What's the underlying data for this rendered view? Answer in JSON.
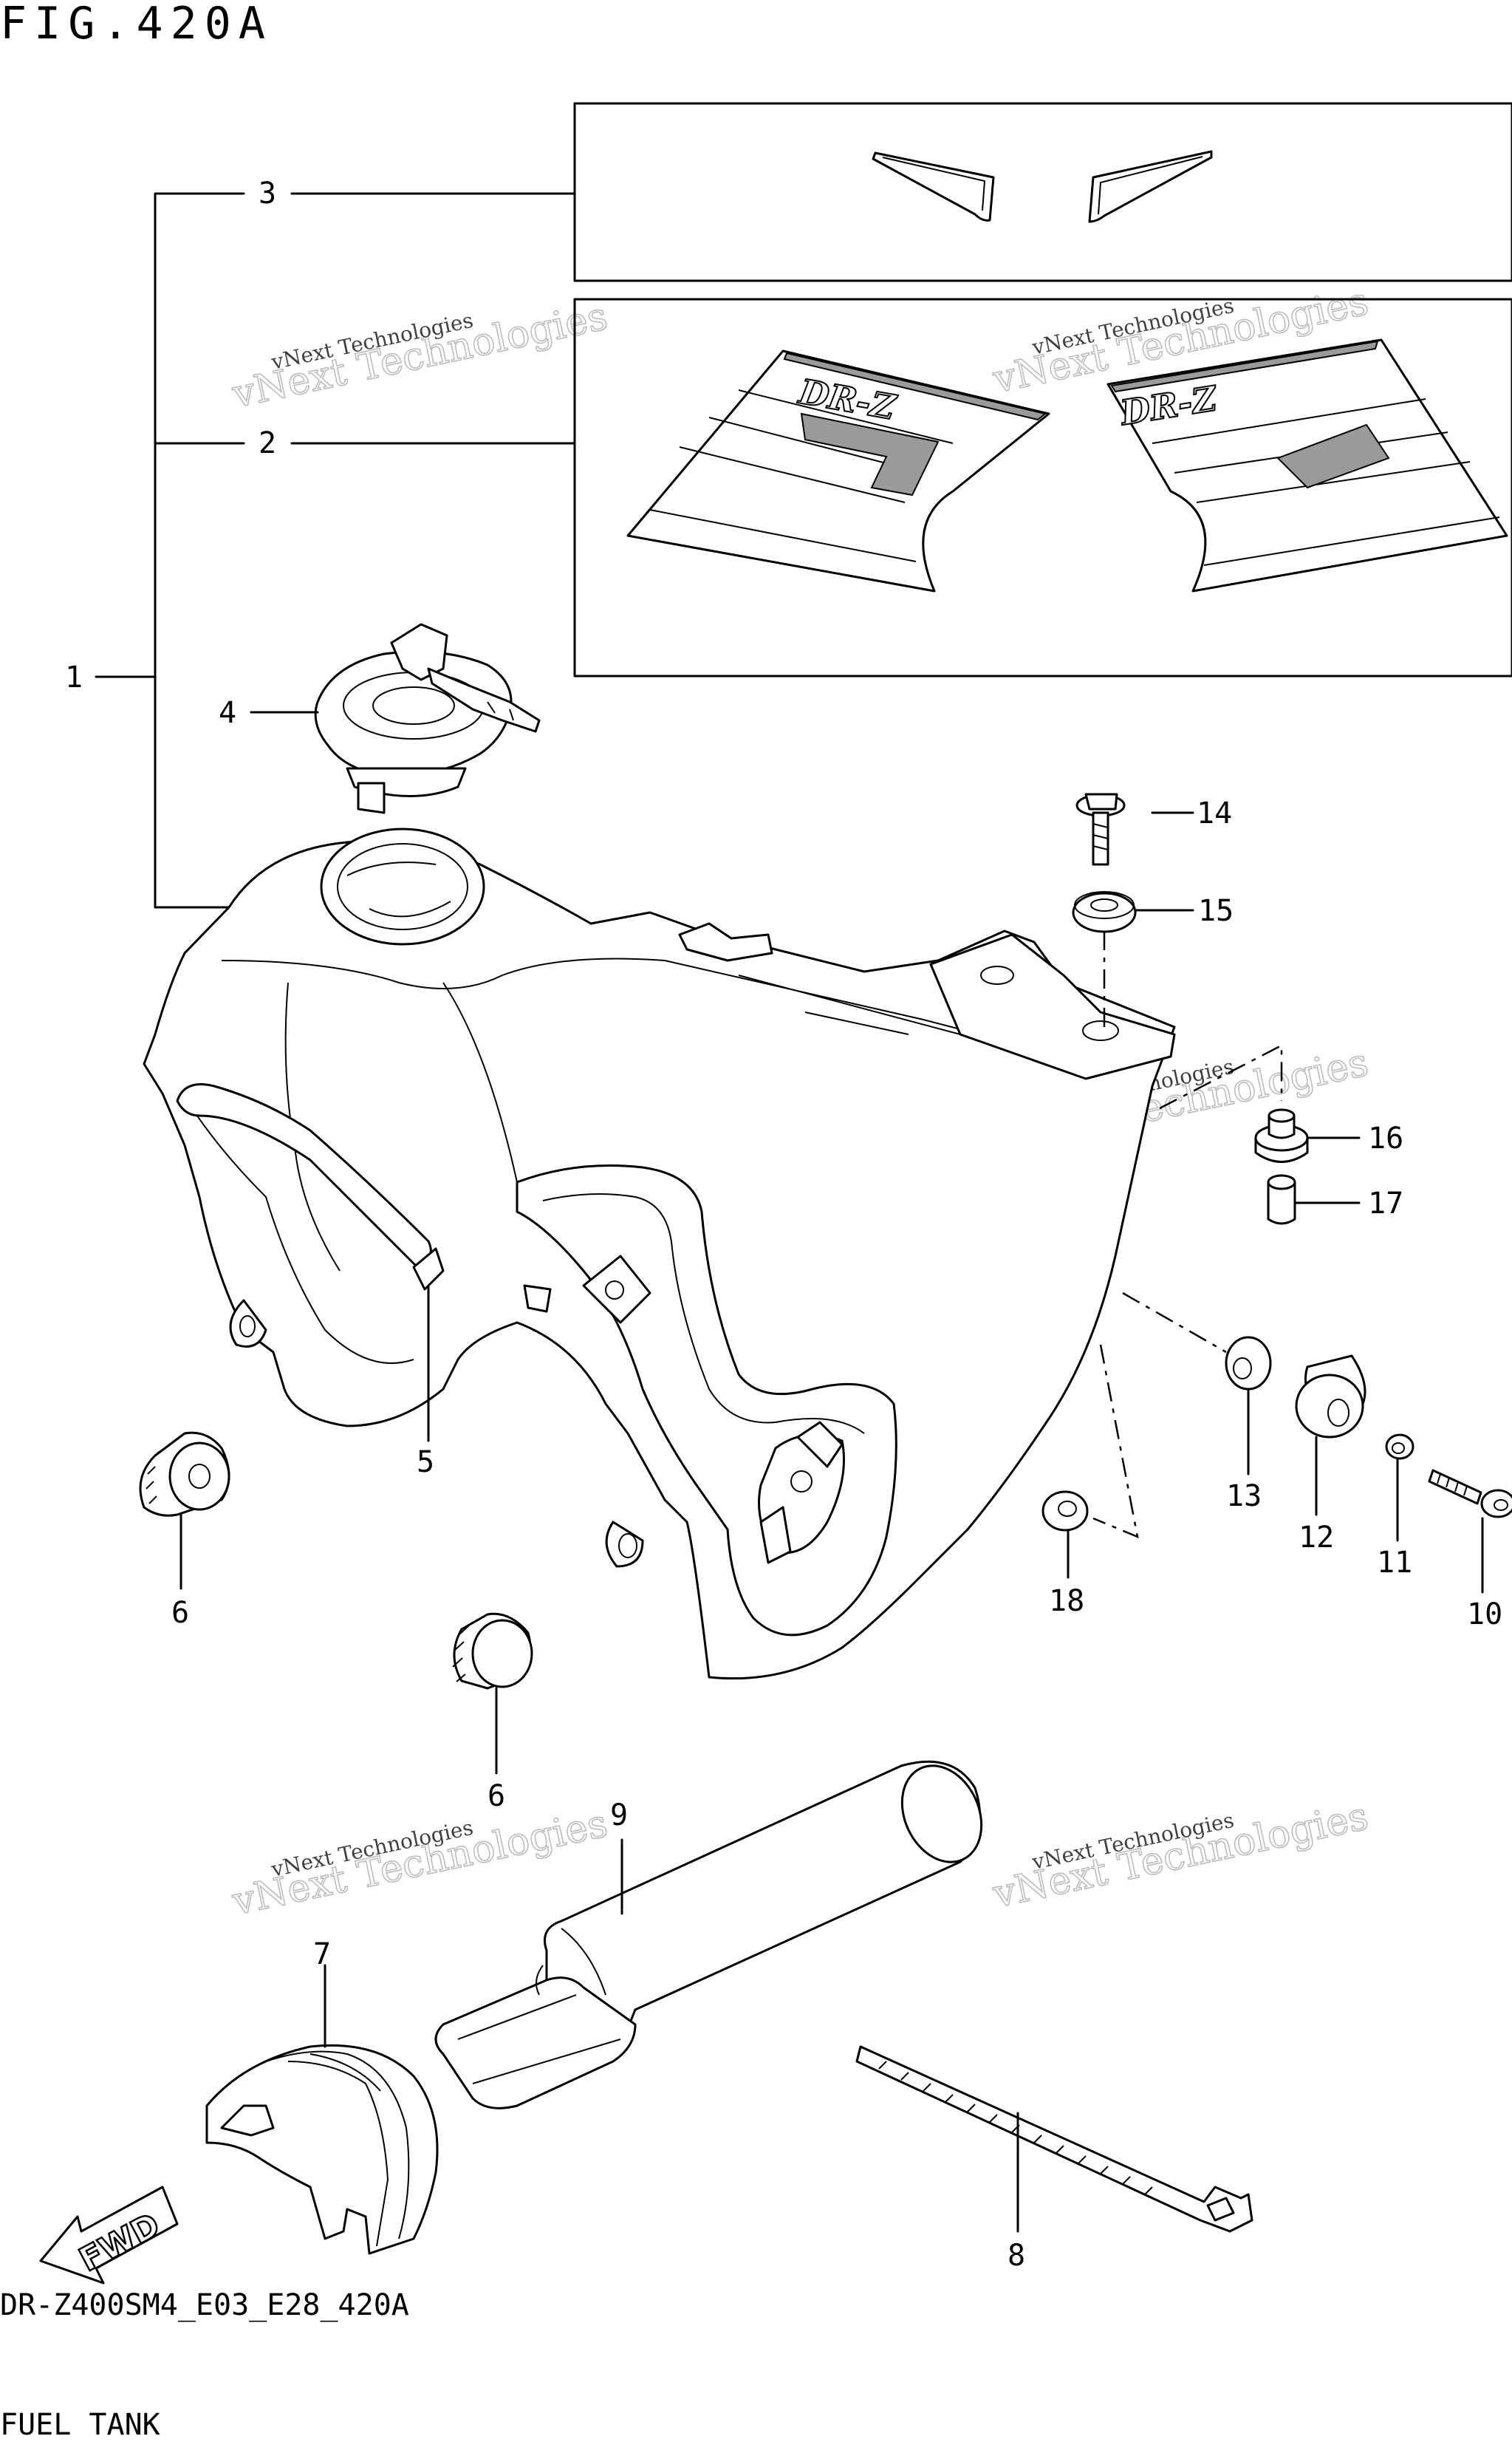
{
  "figure": {
    "title": "FIG.420A",
    "code": "DR-Z400SM4_E03_E28_420A",
    "name": "FUEL TANK"
  },
  "callouts": [
    "1",
    "2",
    "3",
    "4",
    "5",
    "6",
    "6",
    "7",
    "8",
    "9",
    "10",
    "11",
    "12",
    "13",
    "14",
    "15",
    "16",
    "17",
    "18"
  ],
  "decal_text": "DR-Z",
  "fwd_label": "FWD",
  "watermark": {
    "line1": "vNext Technologies",
    "line2": "vNext Technologies"
  }
}
